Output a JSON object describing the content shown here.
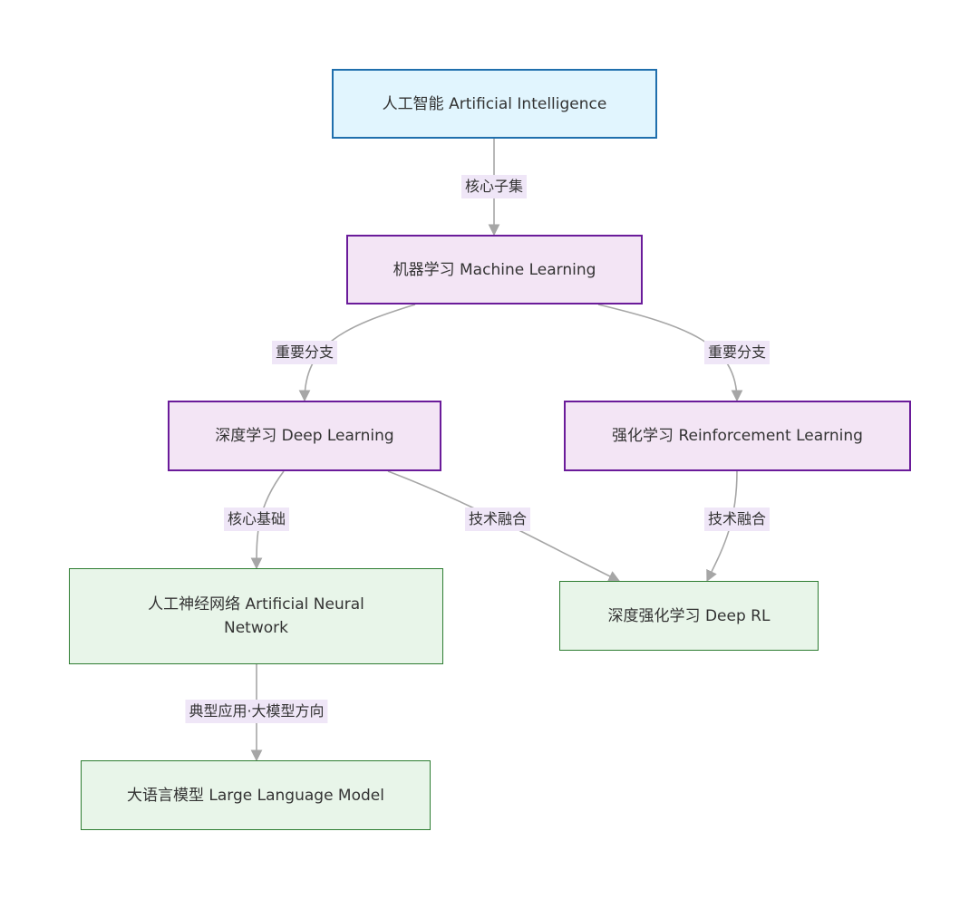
{
  "nodes": {
    "ai": {
      "label": "人工智能 Artificial Intelligence"
    },
    "ml": {
      "label": "机器学习 Machine Learning"
    },
    "dl": {
      "label": "深度学习 Deep Learning"
    },
    "rl": {
      "label": "强化学习 Reinforcement Learning"
    },
    "ann": {
      "label": "人工神经网络 Artificial Neural Network"
    },
    "drl": {
      "label": "深度强化学习 Deep RL"
    },
    "llm": {
      "label": "大语言模型 Large Language Model"
    }
  },
  "edges": {
    "ai_ml": {
      "label": "核心子集"
    },
    "ml_dl": {
      "label": "重要分支"
    },
    "ml_rl": {
      "label": "重要分支"
    },
    "dl_ann": {
      "label": "核心基础"
    },
    "dl_drl": {
      "label": "技术融合"
    },
    "rl_drl": {
      "label": "技术融合"
    },
    "ann_llm": {
      "label": "典型应用·大模型方向"
    }
  },
  "colors": {
    "root_fill": "#e1f5fe",
    "root_stroke": "#1f6fad",
    "branch_fill": "#f3e5f5",
    "branch_stroke": "#6a1b9a",
    "leaf_fill": "#e8f5e9",
    "leaf_stroke": "#2e7d32",
    "edge": "#a6a6a6",
    "edge_label_bg": "#efe6f7"
  }
}
